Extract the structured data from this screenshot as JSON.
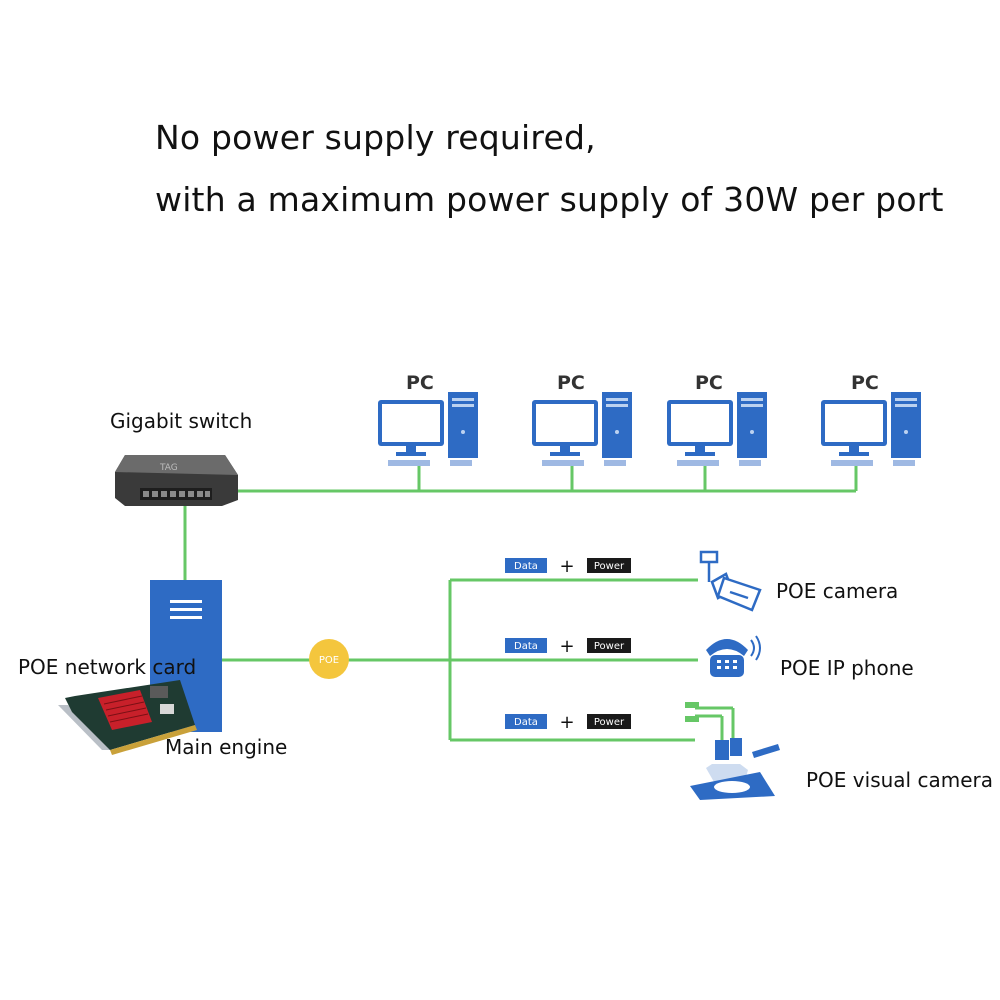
{
  "headline": {
    "line1": "No power supply required,",
    "line2": "with a maximum power supply of 30W per port"
  },
  "labels": {
    "switch": "Gigabit switch",
    "switch_brand": "TAG",
    "pcs": [
      "PC",
      "PC",
      "PC",
      "PC"
    ],
    "network_card": "POE network card",
    "main_engine": "Main engine",
    "poe_badge": "POE",
    "devices": [
      "POE camera",
      "POE IP phone",
      "POE visual camera"
    ]
  },
  "data_power": {
    "data_tag": "Data",
    "plus": "+",
    "power_tag": "Power"
  },
  "colors": {
    "line_green": "#66c766",
    "device_blue": "#2e6bc4",
    "poe_badge": "#f4c63d",
    "data_tag": "#2e6bc4",
    "power_tag": "#1a1a1a",
    "switch_body": "#3a3a3a",
    "card_heatsink": "#c8202a"
  },
  "icons": [
    "switch-icon",
    "pc-icon",
    "server-icon",
    "network-card-icon",
    "poe-badge-icon",
    "camera-icon",
    "ip-phone-icon",
    "visual-camera-icon"
  ]
}
